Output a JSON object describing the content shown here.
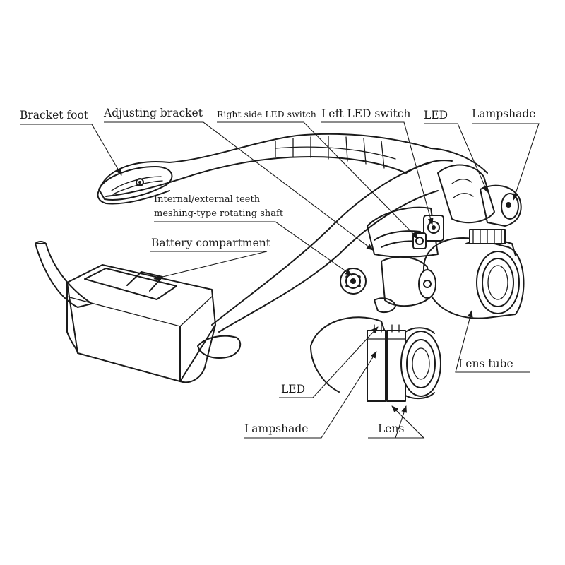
{
  "diagram": {
    "labels": {
      "bracket_foot": "Bracket foot",
      "adjusting_bracket": "Adjusting bracket",
      "right_led_switch": "Right side LED switch",
      "left_led_switch": "Left LED switch",
      "led_top": "LED",
      "lampshade_top": "Lampshade",
      "rotating_shaft_line1": "Internal/external teeth",
      "rotating_shaft_line2": "meshing-type rotating shaft",
      "battery_compartment": "Battery compartment",
      "lens_tube": "Lens tube",
      "led_bottom": "LED",
      "lampshade_bottom": "Lampshade",
      "lens": "Lens"
    },
    "colors": {
      "ink": "#1a1a1a",
      "background": "#ffffff"
    }
  }
}
